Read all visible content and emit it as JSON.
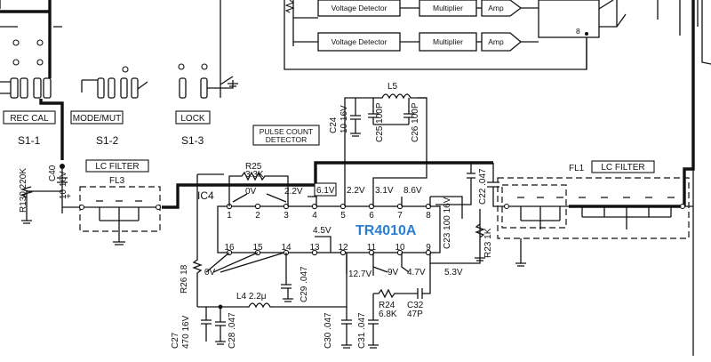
{
  "chip": {
    "ref": "IC4",
    "name": "TR4010A",
    "color": "#2a7fd4"
  },
  "top_blocks": [
    {
      "row": 1,
      "detector": "Voltage Detector",
      "multiplier": "Multiplier",
      "amp": "Amp"
    },
    {
      "row": 2,
      "detector": "Voltage Detector",
      "multiplier": "Multiplier",
      "amp": "Amp"
    }
  ],
  "top_node": "8",
  "switches": [
    {
      "box": "REC CAL",
      "ref": "S1-1"
    },
    {
      "box": "MODE/MUT",
      "ref": "S1-2"
    },
    {
      "box": "LOCK",
      "ref": "S1-3"
    }
  ],
  "filters": {
    "left": "LC FILTER",
    "left_ref": "FL3",
    "right": "LC FILTER",
    "right_ref": "FL1"
  },
  "pulse_count": {
    "line1": "PULSE COUNT",
    "line2": "DETECTOR"
  },
  "top_pins": [
    "1",
    "2",
    "3",
    "4",
    "5",
    "6",
    "7",
    "8"
  ],
  "bottom_pins": [
    "16",
    "15",
    "14",
    "13",
    "12",
    "11",
    "10",
    "9"
  ],
  "voltages": {
    "v_0v_top": "0V",
    "v_2v2_a": "2.2V",
    "v_6v1": "6.1V",
    "v_2v2_b": "2.2V",
    "v_3v1": "3.1V",
    "v_8v6": "8.6V",
    "v_4v5": "4.5V",
    "v_0v_left": "0V",
    "v_12v7": "12.7V",
    "v_9v": "9V",
    "v_4v7": "4.7V",
    "v_5v3": "5.3V"
  },
  "components": {
    "r25_ref": "R25",
    "r25_val": "3.3K",
    "l5_ref": "L5",
    "c24_ref": "C24",
    "c24_val": "10 16V",
    "c25_ref": "C25",
    "c25_val": "100P",
    "c26_ref": "C26",
    "c26_val": "100P",
    "c22_ref": "C22",
    "c22_val": ".047",
    "c23_ref": "C23",
    "c23_val": "100 16V",
    "r23_ref": "R23",
    "r23_val": "1K",
    "r130_ref": "R130",
    "r130_val": "220K",
    "c40_ref": "C40",
    "c40_val": "10 16V",
    "r26_ref": "R26",
    "r26_val": "18",
    "c29_ref": "C29",
    "c29_val": ".047",
    "l4_ref": "L4",
    "l4_val": "2.2μ",
    "c27_ref": "C27",
    "c27_val": "470 16V",
    "c28_ref": "C28",
    "c28_val": ".047",
    "c30_ref": "C30",
    "c30_val": ".047",
    "c31_ref": "C31",
    "c31_val": ".047",
    "r24_ref": "R24",
    "r24_val": "6.8K",
    "c32_ref": "C32",
    "c32_val": "47P"
  }
}
